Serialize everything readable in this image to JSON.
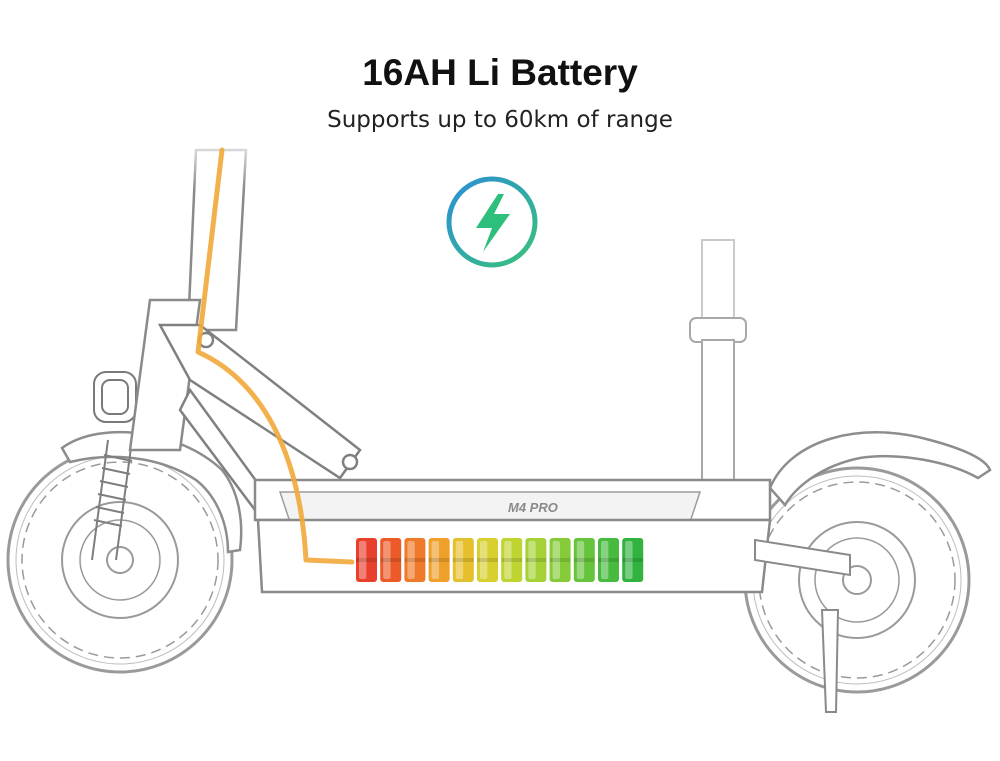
{
  "headline": {
    "title": "16AH Li Battery",
    "subtitle": "Supports up to 60km of range"
  },
  "deck": {
    "brand_text": "M4 PRO"
  },
  "charge_icon": {
    "name": "lightning-bolt-icon",
    "ring_colors": [
      "#2a8fd6",
      "#39c27a"
    ],
    "bolt_color": "#2fbf7d"
  },
  "battery": {
    "cell_count": 12,
    "cell_colors": [
      "#e8402c",
      "#ec5a2a",
      "#ef7b2a",
      "#efa02a",
      "#e6bf2c",
      "#d7d02e",
      "#bfd431",
      "#a5d236",
      "#86cc3a",
      "#66c43c",
      "#48bb3e",
      "#32b33f"
    ]
  },
  "wiring": {
    "color": "#f2a93b"
  }
}
